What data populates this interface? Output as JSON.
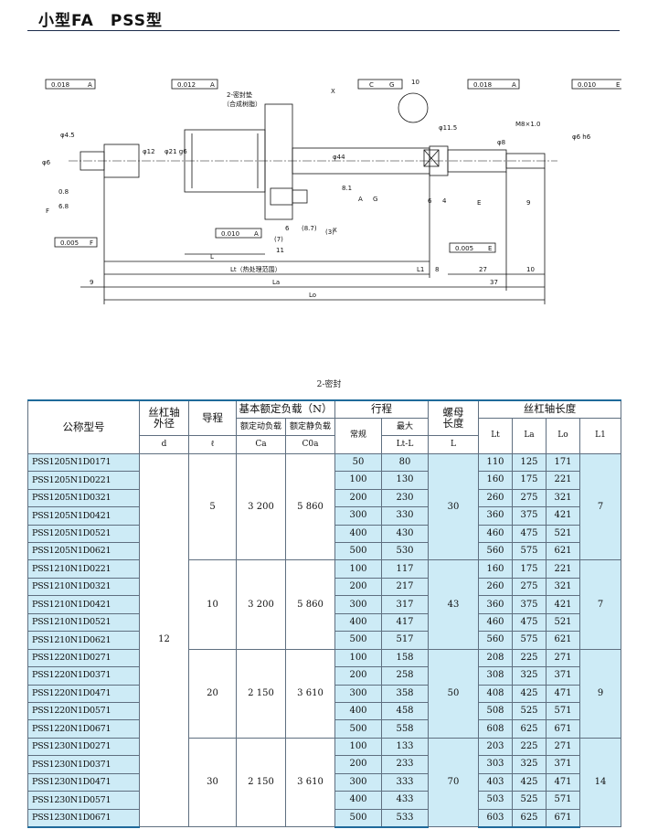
{
  "page_title": "小型FA　PSS型",
  "drawing": {
    "tolerances": [
      "0.018",
      "A",
      "0.012",
      "A",
      "C",
      "G",
      "0.018",
      "A",
      "0.010",
      "E",
      "0.010",
      "A",
      "0.005",
      "F",
      "0.005",
      "E"
    ],
    "datums": [
      "A",
      "G",
      "E",
      "F"
    ],
    "section_mark": "X",
    "seal_note_1": "2-密封垫",
    "seal_note_2": "（合成树脂）",
    "thread": "M8×1.0",
    "dims": {
      "d45": "φ4.5",
      "d6_left": "φ6",
      "d12": "φ12",
      "d21": "φ21 g6",
      "d44": "φ44",
      "d11_5": "φ11.5",
      "d8": "φ8",
      "d6_right": "φ6 h6",
      "l10": "10",
      "l0_8": "0.8",
      "l6_8": "6.8",
      "l6a": "6",
      "l4": "4",
      "l9a": "9",
      "l8_1": "8.1",
      "l8_7": "(8.7)",
      "l3": "(3)",
      "l6b": "6",
      "l7": "(7)",
      "l11": "11",
      "L": "L",
      "Lt_note": "Lt（热处理范围）",
      "Lt": "Lt",
      "L1": "L1",
      "l8b": "8",
      "l27": "27",
      "l10b": "10",
      "l9b": "9",
      "La": "La",
      "l37": "37",
      "Lo": "Lo"
    }
  },
  "seal_caption": "2-密封",
  "table": {
    "header": {
      "model": "公称型号",
      "shaft_od_1": "丝杠轴",
      "shaft_od_2": "外径",
      "lead": "导程",
      "load": "基本额定负载（N）",
      "dyn": "额定动负载",
      "stat": "额定静负载",
      "stroke": "行程",
      "std": "常规",
      "max": "最大",
      "nut_1": "螺母",
      "nut_2": "长度",
      "shaft_len": "丝杠轴长度",
      "sym_d": "d",
      "sym_lead": "ℓ",
      "sym_ca": "Ca",
      "sym_coa": "C0a",
      "sym_lt_l": "Lt-L",
      "sym_l": "L",
      "sym_lt": "Lt",
      "sym_la": "La",
      "sym_lo": "Lo",
      "sym_l1": "L1"
    },
    "shaft_od": "12",
    "groups": [
      {
        "lead": "5",
        "ca": "3 200",
        "coa": "5 860",
        "nut": "30",
        "l1": "7",
        "rows": [
          {
            "model": "PSS1205N1D0171",
            "std": "50",
            "max": "80",
            "lt": "110",
            "la": "125",
            "lo": "171"
          },
          {
            "model": "PSS1205N1D0221",
            "std": "100",
            "max": "130",
            "lt": "160",
            "la": "175",
            "lo": "221"
          },
          {
            "model": "PSS1205N1D0321",
            "std": "200",
            "max": "230",
            "lt": "260",
            "la": "275",
            "lo": "321"
          },
          {
            "model": "PSS1205N1D0421",
            "std": "300",
            "max": "330",
            "lt": "360",
            "la": "375",
            "lo": "421"
          },
          {
            "model": "PSS1205N1D0521",
            "std": "400",
            "max": "430",
            "lt": "460",
            "la": "475",
            "lo": "521"
          },
          {
            "model": "PSS1205N1D0621",
            "std": "500",
            "max": "530",
            "lt": "560",
            "la": "575",
            "lo": "621"
          }
        ]
      },
      {
        "lead": "10",
        "ca": "3 200",
        "coa": "5 860",
        "nut": "43",
        "l1": "7",
        "rows": [
          {
            "model": "PSS1210N1D0221",
            "std": "100",
            "max": "117",
            "lt": "160",
            "la": "175",
            "lo": "221"
          },
          {
            "model": "PSS1210N1D0321",
            "std": "200",
            "max": "217",
            "lt": "260",
            "la": "275",
            "lo": "321"
          },
          {
            "model": "PSS1210N1D0421",
            "std": "300",
            "max": "317",
            "lt": "360",
            "la": "375",
            "lo": "421"
          },
          {
            "model": "PSS1210N1D0521",
            "std": "400",
            "max": "417",
            "lt": "460",
            "la": "475",
            "lo": "521"
          },
          {
            "model": "PSS1210N1D0621",
            "std": "500",
            "max": "517",
            "lt": "560",
            "la": "575",
            "lo": "621"
          }
        ]
      },
      {
        "lead": "20",
        "ca": "2 150",
        "coa": "3 610",
        "nut": "50",
        "l1": "9",
        "rows": [
          {
            "model": "PSS1220N1D0271",
            "std": "100",
            "max": "158",
            "lt": "208",
            "la": "225",
            "lo": "271"
          },
          {
            "model": "PSS1220N1D0371",
            "std": "200",
            "max": "258",
            "lt": "308",
            "la": "325",
            "lo": "371"
          },
          {
            "model": "PSS1220N1D0471",
            "std": "300",
            "max": "358",
            "lt": "408",
            "la": "425",
            "lo": "471"
          },
          {
            "model": "PSS1220N1D0571",
            "std": "400",
            "max": "458",
            "lt": "508",
            "la": "525",
            "lo": "571"
          },
          {
            "model": "PSS1220N1D0671",
            "std": "500",
            "max": "558",
            "lt": "608",
            "la": "625",
            "lo": "671"
          }
        ]
      },
      {
        "lead": "30",
        "ca": "2 150",
        "coa": "3 610",
        "nut": "70",
        "l1": "14",
        "rows": [
          {
            "model": "PSS1230N1D0271",
            "std": "100",
            "max": "133",
            "lt": "203",
            "la": "225",
            "lo": "271"
          },
          {
            "model": "PSS1230N1D0371",
            "std": "200",
            "max": "233",
            "lt": "303",
            "la": "325",
            "lo": "371"
          },
          {
            "model": "PSS1230N1D0471",
            "std": "300",
            "max": "333",
            "lt": "403",
            "la": "425",
            "lo": "471"
          },
          {
            "model": "PSS1230N1D0571",
            "std": "400",
            "max": "433",
            "lt": "503",
            "la": "525",
            "lo": "571"
          },
          {
            "model": "PSS1230N1D0671",
            "std": "500",
            "max": "533",
            "lt": "603",
            "la": "625",
            "lo": "671"
          }
        ]
      }
    ]
  }
}
